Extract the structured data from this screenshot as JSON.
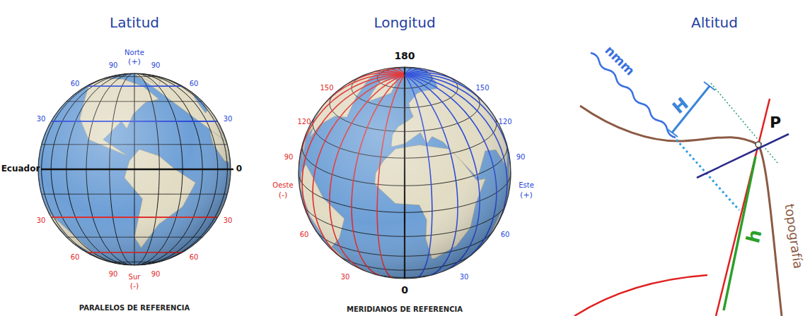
{
  "diagram": {
    "labels": [
      "Latitud",
      "Longitud",
      "Altitud",
      "Norte",
      "(+)",
      "90",
      "90",
      "60",
      "60",
      "30",
      "30",
      "Ecuador",
      "0",
      "30",
      "30",
      "60",
      "60",
      "90",
      "90",
      "Sur",
      "(-)",
      "PARALELOS DE REFERENCIA",
      "180",
      "150",
      "150",
      "120",
      "120",
      "90",
      "90",
      "Oeste",
      "(-)",
      "Este",
      "(+)",
      "60",
      "60",
      "30",
      "30",
      "0",
      "MERIDIANOS DE REFERENCIA",
      "nmm",
      "H",
      "P",
      "h",
      "topografía"
    ]
  }
}
